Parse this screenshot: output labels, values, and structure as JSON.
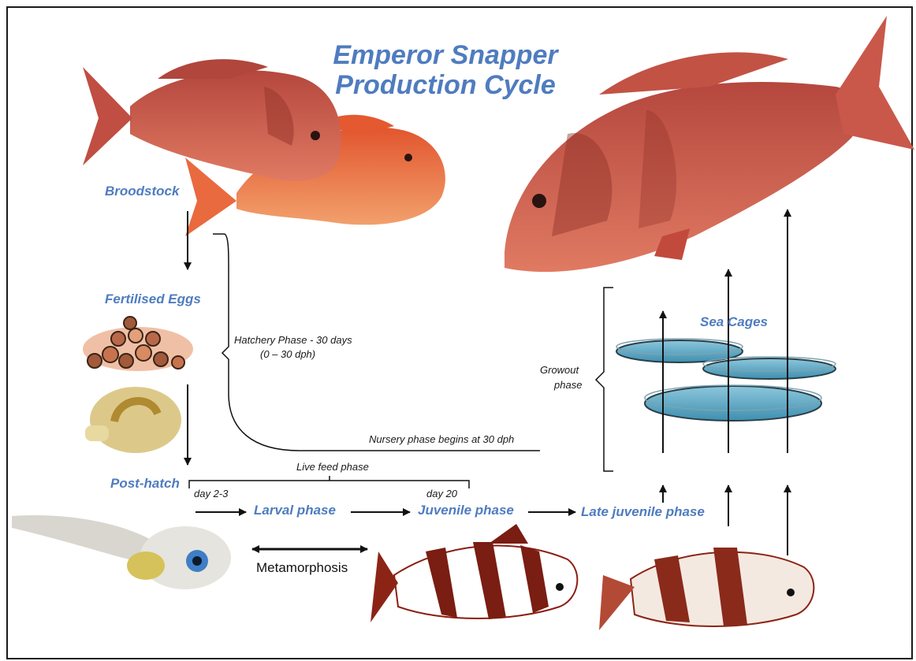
{
  "title": {
    "line1": "Emperor Snapper",
    "line2": "Production Cycle"
  },
  "stages": {
    "broodstock": "Broodstock",
    "fertilised_eggs": "Fertilised Eggs",
    "post_hatch": "Post-hatch",
    "larval": "Larval phase",
    "juvenile": "Juvenile phase",
    "late_juvenile": "Late juvenile phase",
    "sea_cages": "Sea Cages"
  },
  "notes": {
    "hatchery_line1": "Hatchery Phase - 30 days",
    "hatchery_line2": "(0 – 30 dph)",
    "nursery": "Nursery phase begins at 30 dph",
    "live_feed": "Live feed phase",
    "day_start": "day 2-3",
    "day_end": "day 20",
    "growout_line1": "Growout",
    "growout_line2": "phase",
    "metamorphosis": "Metamorphosis"
  },
  "colors": {
    "stage_text": "#4f7cbf",
    "snapper_red": "#c8473d",
    "snapper_orange": "#e0603a",
    "cage_water": "#5aa6c4",
    "stripe_dark": "#7a1d12"
  }
}
